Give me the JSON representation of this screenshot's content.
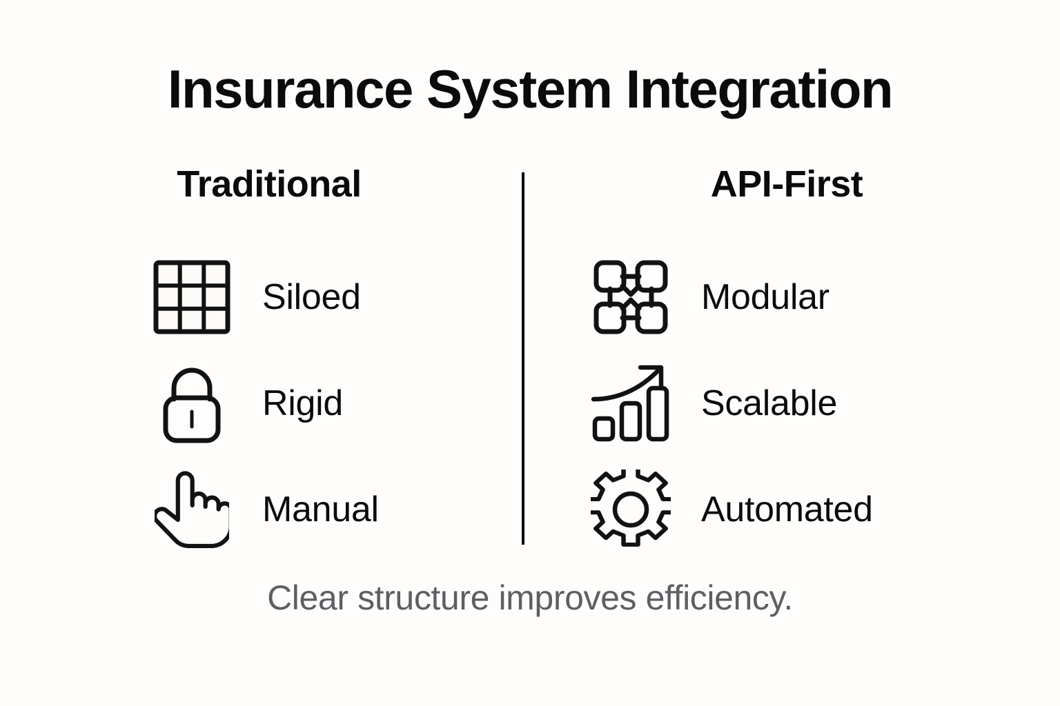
{
  "page": {
    "title": "Insurance System Integration",
    "footer_caption": "Clear structure improves efficiency.",
    "background_color": "#FEFDFB",
    "text_color": "#0B0B0C",
    "muted_text_color": "#5C5F63",
    "stroke_color": "#111214"
  },
  "columns": [
    {
      "heading": "Traditional",
      "items": [
        {
          "label": "Siloed",
          "icon": "grid-3x3-icon"
        },
        {
          "label": "Rigid",
          "icon": "padlock-locked-icon"
        },
        {
          "label": "Manual",
          "icon": "pointing-hand-icon"
        }
      ]
    },
    {
      "heading": "API-First",
      "items": [
        {
          "label": "Modular",
          "icon": "modular-blocks-icon"
        },
        {
          "label": "Scalable",
          "icon": "growth-bar-chart-arrow-icon"
        },
        {
          "label": "Automated",
          "icon": "gear-icon"
        }
      ]
    }
  ]
}
